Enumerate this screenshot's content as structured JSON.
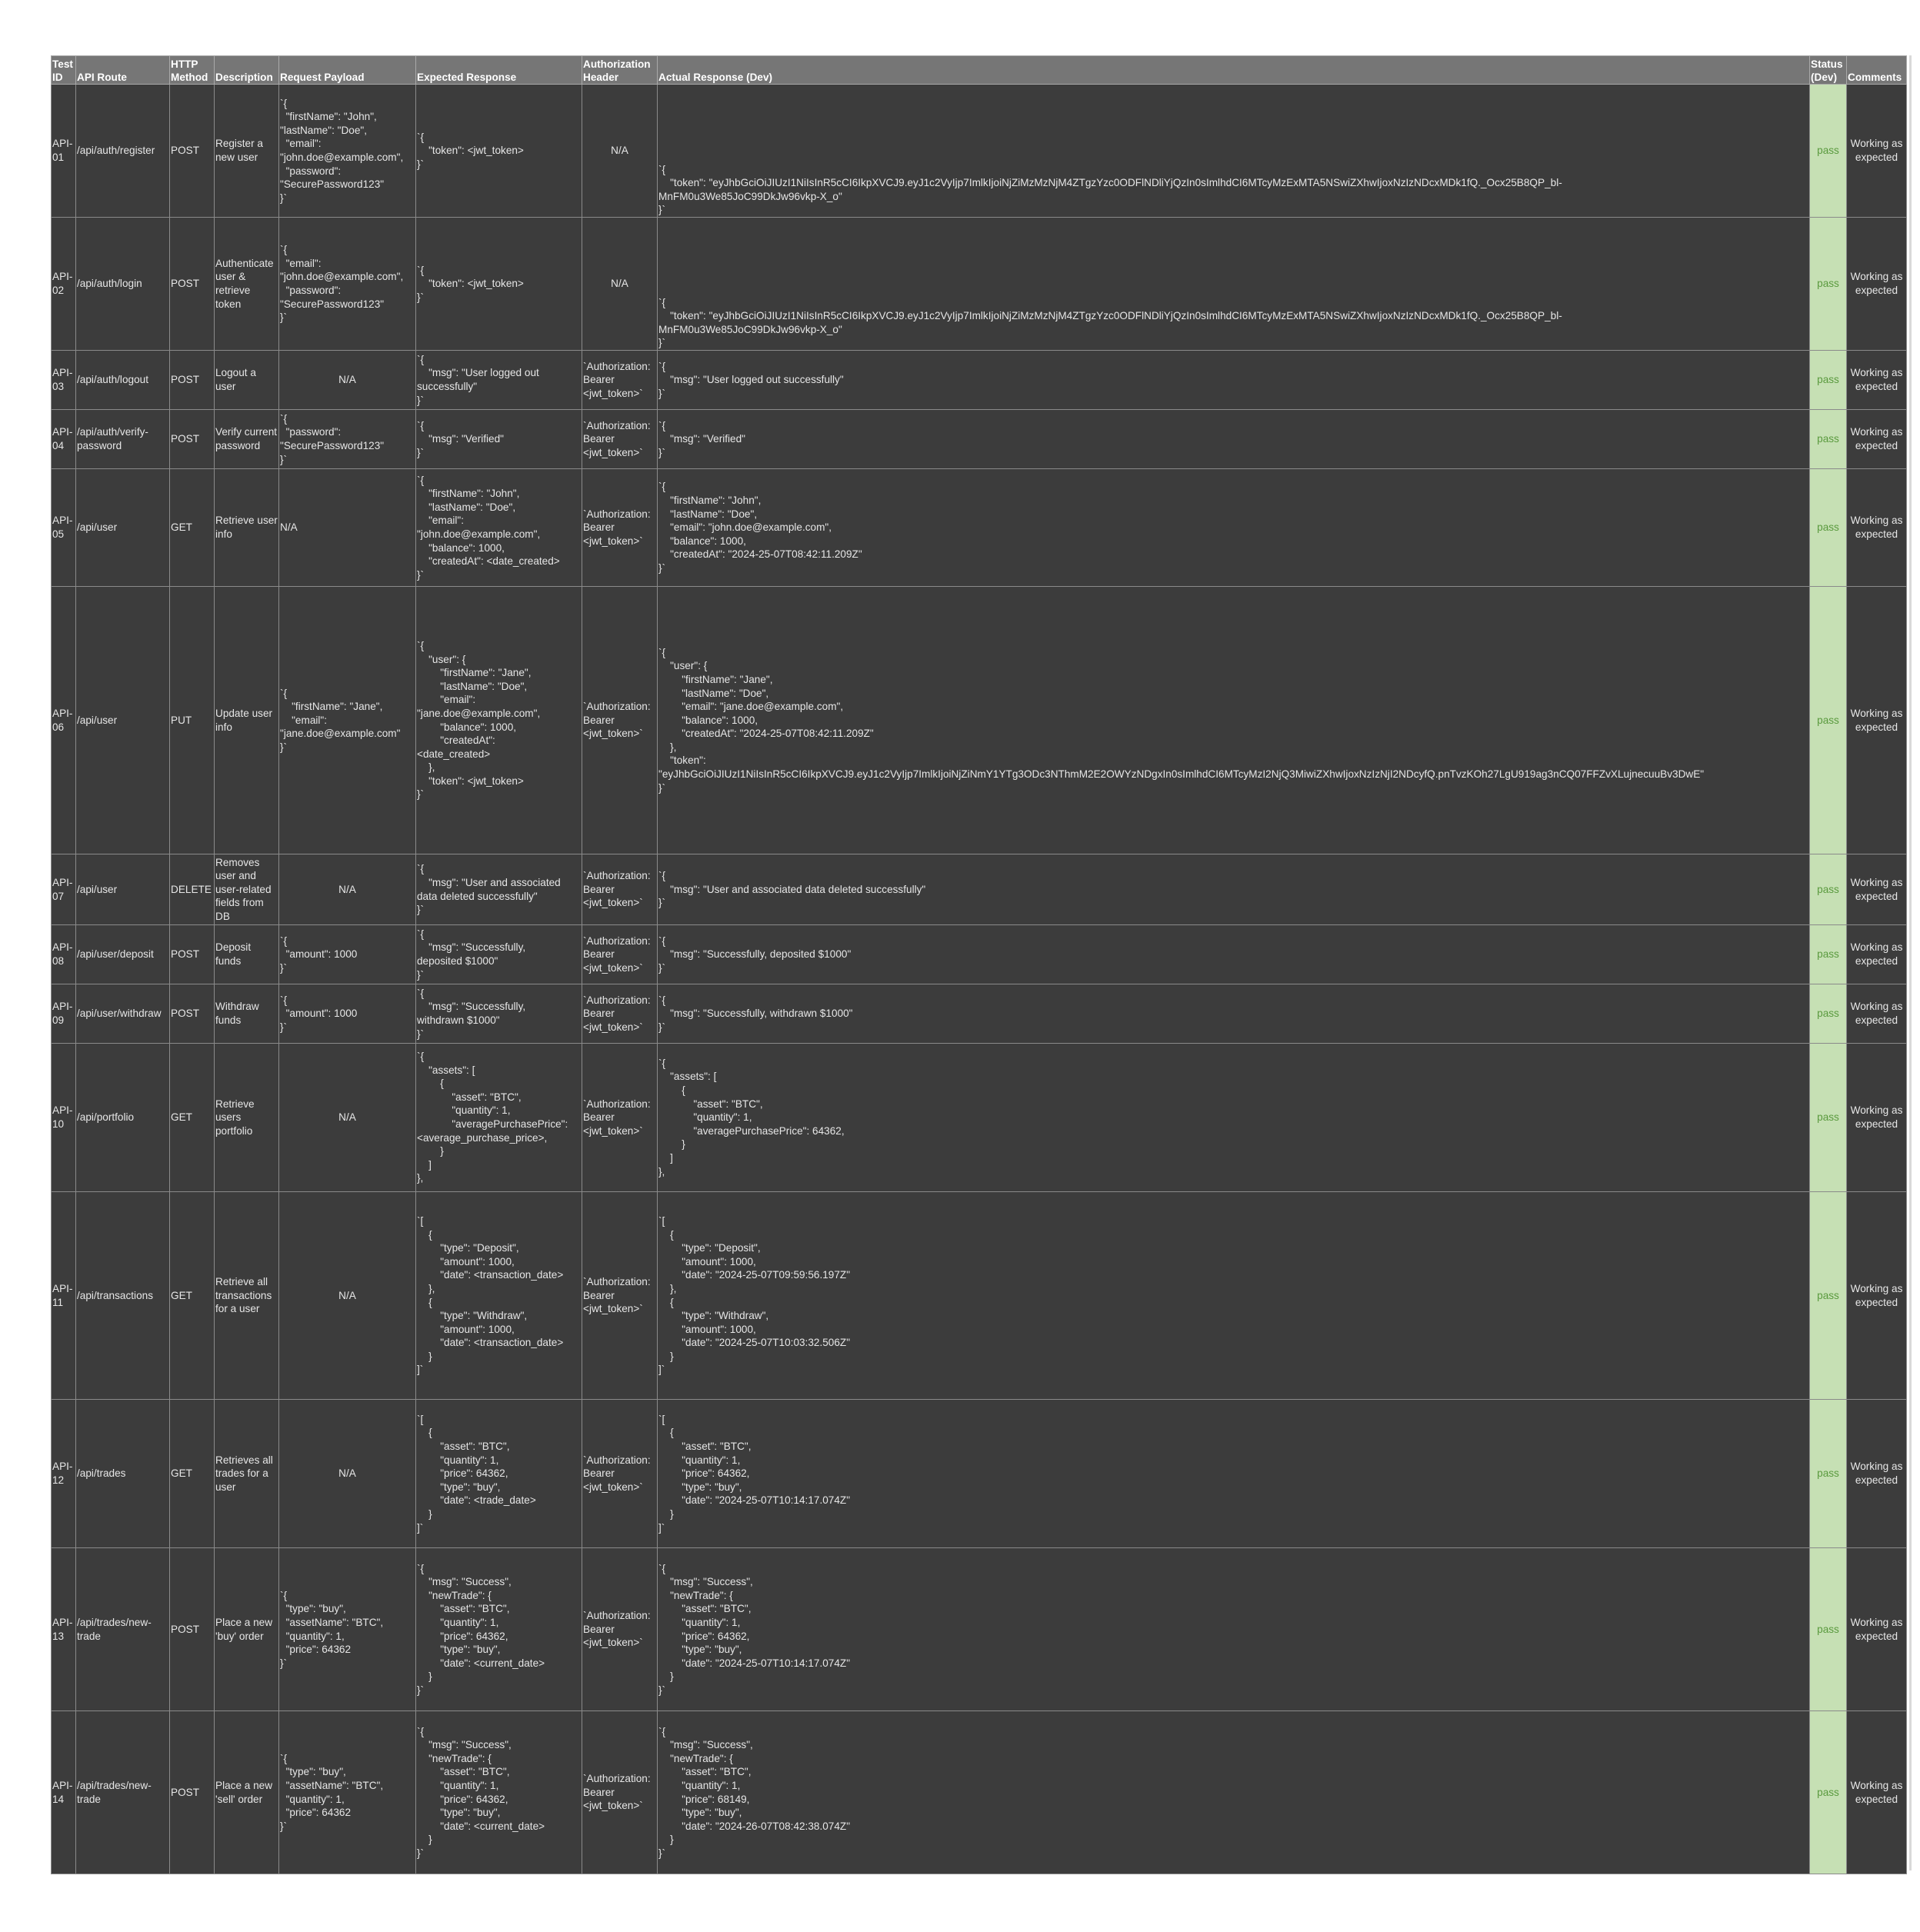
{
  "headers": {
    "test_id": "Test ID",
    "api_route": "API Route",
    "http_method": "HTTP Method",
    "description": "Description",
    "request_payload": "Request Payload",
    "expected_response": "Expected Response",
    "authorization_header": "Authorization Header",
    "actual_response": "Actual Response (Dev)",
    "status": "Status (Dev)",
    "comments": "Comments"
  },
  "colors": {
    "sheet_background": "#3c3c3c",
    "header_background": "#767676",
    "status_pass_background": "#c6e0b4",
    "status_pass_text": "#5a9a3e"
  },
  "rows": [
    {
      "id": "API-01",
      "route": "/api/auth/register",
      "method": "POST",
      "description": "Register a new user",
      "payload": "`{\n  \"firstName\": \"John\",\n\"lastName\": \"Doe\",\n  \"email\": \n\"john.doe@example.com\",\n  \"password\": \n\"SecurePassword123\"\n}`",
      "expected": "`{\n    \"token\": <jwt_token>\n}`",
      "auth": "N/A",
      "actual": "`{\n    \"token\": \"eyJhbGciOiJIUzI1NiIsInR5cCI6IkpXVCJ9.eyJ1c2VyIjp7ImlkIjoiNjZiMzMzNjM4ZTgzYzc0ODFlNDliYjQzIn0sImlhdCI6MTcyMzExMTA5NSwiZXhwIjoxNzIzNDcxMDk1fQ._Ocx25B8QP_bl-\nMnFM0u3We85JoC99DkJw96vkp-X_o\"\n}`",
      "status": "pass",
      "comments": "Working as expected"
    },
    {
      "id": "API-02",
      "route": "/api/auth/login",
      "method": "POST",
      "description": "Authenticate user & retrieve token",
      "payload": "`{\n  \"email\": \n\"john.doe@example.com\",\n  \"password\": \n\"SecurePassword123\"\n}`",
      "expected": "`{\n    \"token\": <jwt_token>\n}`",
      "auth": "N/A",
      "actual": "`{\n    \"token\": \"eyJhbGciOiJIUzI1NiIsInR5cCI6IkpXVCJ9.eyJ1c2VyIjp7ImlkIjoiNjZiMzMzNjM4ZTgzYzc0ODFlNDliYjQzIn0sImlhdCI6MTcyMzExMTA5NSwiZXhwIjoxNzIzNDcxMDk1fQ._Ocx25B8QP_bl-\nMnFM0u3We85JoC99DkJw96vkp-X_o\"\n}`",
      "status": "pass",
      "comments": "Working as expected"
    },
    {
      "id": "API-03",
      "route": "/api/auth/logout",
      "method": "POST",
      "description": "Logout a user",
      "payload": "N/A",
      "expected": "`{\n    \"msg\": \"User logged out \nsuccessfully\"\n}`",
      "auth": "`Authorization: \nBearer \n<jwt_token>`",
      "actual": "`{\n    \"msg\": \"User logged out successfully\"\n}`",
      "status": "pass",
      "comments": "Working as expected"
    },
    {
      "id": "API-04",
      "route": "/api/auth/verify-password",
      "method": "POST",
      "description": "Verify current password",
      "payload": "`{\n  \"password\": \n\"SecurePassword123\"\n}`",
      "expected": "`{\n    \"msg\": \"Verified\"\n}`",
      "auth": "`Authorization: \nBearer \n<jwt_token>`",
      "actual": "`{\n    \"msg\": \"Verified\"\n}`",
      "status": "pass",
      "comments": "Working as expected"
    },
    {
      "id": "API-05",
      "route": "/api/user",
      "method": "GET",
      "description": "Retrieve user info",
      "payload": "N/A",
      "expected": "`{\n    \"firstName\": \"John\",\n    \"lastName\": \"Doe\",\n    \"email\": \n\"john.doe@example.com\",\n    \"balance\": 1000,\n    \"createdAt\": <date_created>\n}`",
      "auth": "`Authorization: \nBearer \n<jwt_token>`",
      "actual": "`{\n    \"firstName\": \"John\",\n    \"lastName\": \"Doe\",\n    \"email\": \"john.doe@example.com\",\n    \"balance\": 1000,\n    \"createdAt\": \"2024-25-07T08:42:11.209Z\"\n}`",
      "status": "pass",
      "comments": "Working as expected"
    },
    {
      "id": "API-06",
      "route": "/api/user",
      "method": "PUT",
      "description": "Update user info",
      "payload": "`{\n    \"firstName\": \"Jane\",\n    \"email\": \n\"jane.doe@example.com\"\n}`",
      "expected": "`{\n    \"user\": {\n        \"firstName\": \"Jane\",\n        \"lastName\": \"Doe\",\n        \"email\": \n\"jane.doe@example.com\",\n        \"balance\": 1000,\n        \"createdAt\": \n<date_created>\n    },\n    \"token\": <jwt_token>\n}`",
      "auth": "`Authorization: \nBearer \n<jwt_token>`",
      "actual": "`{\n    \"user\": {\n        \"firstName\": \"Jane\",\n        \"lastName\": \"Doe\",\n        \"email\": \"jane.doe@example.com\",\n        \"balance\": 1000,\n        \"createdAt\": \"2024-25-07T08:42:11.209Z\"\n    },\n    \"token\": \n\"eyJhbGciOiJIUzI1NiIsInR5cCI6IkpXVCJ9.eyJ1c2VyIjp7ImlkIjoiNjZiNmY1YTg3ODc3NThmM2E2OWYzNDgxIn0sImlhdCI6MTcyMzI2NjQ3MiwiZXhwIjoxNzIzNjI2NDcyfQ.pnTvzKOh27LgU919ag3nCQ07FFZvXLujnecuuBv3DwE\"\n}`",
      "status": "pass",
      "comments": "Working as expected"
    },
    {
      "id": "API-07",
      "route": "/api/user",
      "method": "DELETE",
      "description": "Removes user and user-related fields from DB",
      "payload": "N/A",
      "expected": "`{\n    \"msg\": \"User and associated \ndata deleted successfully\"\n}`",
      "auth": "`Authorization: \nBearer \n<jwt_token>`",
      "actual": "`{\n    \"msg\": \"User and associated data deleted successfully\"\n}`",
      "status": "pass",
      "comments": "Working as expected"
    },
    {
      "id": "API-08",
      "route": "/api/user/deposit",
      "method": "POST",
      "description": "Deposit funds",
      "payload": "`{\n  \"amount\": 1000\n}`",
      "expected": "`{\n    \"msg\": \"Successfully, \ndeposited $1000\"\n}`",
      "auth": "`Authorization: \nBearer \n<jwt_token>`",
      "actual": "`{\n    \"msg\": \"Successfully, deposited $1000\"\n}`",
      "status": "pass",
      "comments": "Working as expected"
    },
    {
      "id": "API-09",
      "route": "/api/user/withdraw",
      "method": "POST",
      "description": "Withdraw funds",
      "payload": "`{\n  \"amount\": 1000\n}`",
      "expected": "`{\n    \"msg\": \"Successfully, \nwithdrawn $1000\"\n}`",
      "auth": "`Authorization: \nBearer \n<jwt_token>`",
      "actual": "`{\n    \"msg\": \"Successfully, withdrawn $1000\"\n}`",
      "status": "pass",
      "comments": "Working as expected"
    },
    {
      "id": "API-10",
      "route": "/api/portfolio",
      "method": "GET",
      "description": "Retrieve users portfolio",
      "payload": "N/A",
      "expected": "`{\n    \"assets\": [\n        {\n            \"asset\": \"BTC\",\n            \"quantity\": 1,\n            \"averagePurchasePrice\": \n<average_purchase_price>,\n        }\n    ]\n},",
      "auth": "`Authorization: \nBearer \n<jwt_token>`",
      "actual": "`{\n    \"assets\": [\n        {\n            \"asset\": \"BTC\",\n            \"quantity\": 1,\n            \"averagePurchasePrice\": 64362,\n        }\n    ]\n},",
      "status": "pass",
      "comments": "Working as expected"
    },
    {
      "id": "API-11",
      "route": "/api/transactions",
      "method": "GET",
      "description": "Retrieve all transactions for a user",
      "payload": "N/A",
      "expected": "`[\n    {\n        \"type\": \"Deposit\",\n        \"amount\": 1000,\n        \"date\": <transaction_date>\n    },\n    {\n        \"type\": \"Withdraw\",\n        \"amount\": 1000,\n        \"date\": <transaction_date>\n    }\n]`",
      "auth": "`Authorization: \nBearer \n<jwt_token>`",
      "actual": "`[\n    {\n        \"type\": \"Deposit\",\n        \"amount\": 1000,\n        \"date\": \"2024-25-07T09:59:56.197Z\"\n    },\n    {\n        \"type\": \"Withdraw\",\n        \"amount\": 1000,\n        \"date\": \"2024-25-07T10:03:32.506Z\"\n    }\n]`",
      "status": "pass",
      "comments": "Working as expected"
    },
    {
      "id": "API-12",
      "route": "/api/trades",
      "method": "GET",
      "description": "Retrieves all trades for a user",
      "payload": "N/A",
      "expected": "`[\n    {\n        \"asset\": \"BTC\",\n        \"quantity\": 1,\n        \"price\": 64362,\n        \"type\": \"buy\",\n        \"date\": <trade_date>\n    }\n]`",
      "auth": "`Authorization: \nBearer \n<jwt_token>`",
      "actual": "`[\n    {\n        \"asset\": \"BTC\",\n        \"quantity\": 1,\n        \"price\": 64362,\n        \"type\": \"buy\",\n        \"date\": \"2024-25-07T10:14:17.074Z\"\n    }\n]`",
      "status": "pass",
      "comments": "Working as expected"
    },
    {
      "id": "API-13",
      "route": "/api/trades/new-trade",
      "method": "POST",
      "description": "Place a new 'buy' order",
      "payload": "`{\n  \"type\": \"buy\",\n  \"assetName\": \"BTC\",\n  \"quantity\": 1,\n  \"price\": 64362\n}`",
      "expected": "`{\n    \"msg\": \"Success\",\n    \"newTrade\": {\n        \"asset\": \"BTC\",\n        \"quantity\": 1,\n        \"price\": 64362,\n        \"type\": \"buy\",\n        \"date\": <current_date>\n    }\n}`",
      "auth": "`Authorization: \nBearer \n<jwt_token>`",
      "actual": "`{\n    \"msg\": \"Success\",\n    \"newTrade\": {\n        \"asset\": \"BTC\",\n        \"quantity\": 1,\n        \"price\": 64362,\n        \"type\": \"buy\",\n        \"date\": \"2024-25-07T10:14:17.074Z\"\n    }\n}`",
      "status": "pass",
      "comments": "Working as expected"
    },
    {
      "id": "API-14",
      "route": "/api/trades/new-trade",
      "method": "POST",
      "description": "Place a new 'sell' order",
      "payload": "`{\n  \"type\": \"buy\",\n  \"assetName\": \"BTC\",\n  \"quantity\": 1,\n  \"price\": 64362\n}`",
      "expected": "`{\n    \"msg\": \"Success\",\n    \"newTrade\": {\n        \"asset\": \"BTC\",\n        \"quantity\": 1,\n        \"price\": 64362,\n        \"type\": \"buy\",\n        \"date\": <current_date>\n    }\n}`",
      "auth": "`Authorization: \nBearer \n<jwt_token>`",
      "actual": "`{\n    \"msg\": \"Success\",\n    \"newTrade\": {\n        \"asset\": \"BTC\",\n        \"quantity\": 1,\n        \"price\": 68149,\n        \"type\": \"buy\",\n        \"date\": \"2024-26-07T08:42:38.074Z\"\n    }\n}`",
      "status": "pass",
      "comments": "Working as expected"
    }
  ]
}
